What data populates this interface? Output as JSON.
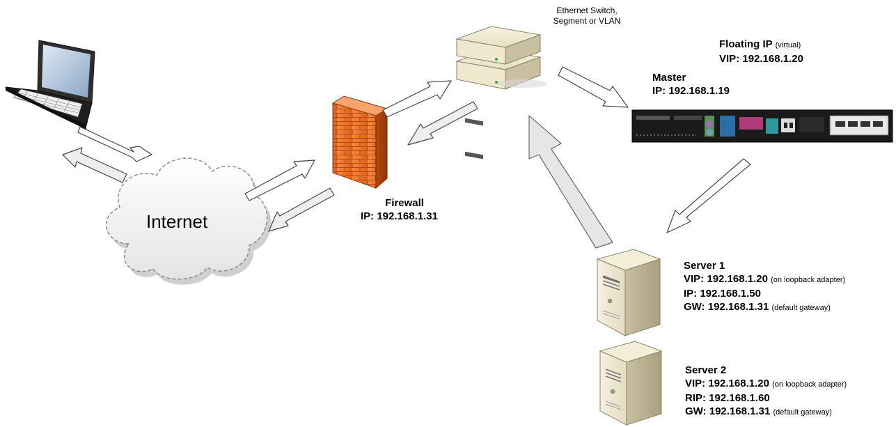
{
  "switch": {
    "line1": "Ethernet Switch,",
    "line2": "Segment or VLAN"
  },
  "floating": {
    "title": "Floating IP",
    "title_note": "(virtual)",
    "vip_label": "VIP:",
    "vip": "192.168.1.20"
  },
  "master": {
    "title": "Master",
    "ip_label": "IP:",
    "ip": "192.168.1.19"
  },
  "internet": {
    "label": "Internet"
  },
  "firewall": {
    "title": "Firewall",
    "ip_label": "IP:",
    "ip": "192.168.1.31"
  },
  "server1": {
    "title": "Server 1",
    "vip_label": "VIP:",
    "vip": "192.168.1.20",
    "vip_note": "(on loopback adapter)",
    "ip_label": "IP:",
    "ip": "192.168.1.50",
    "gw_label": "GW:",
    "gw": "192.168.1.31",
    "gw_note": "(default gateway)"
  },
  "server2": {
    "title": "Server 2",
    "vip_label": "VIP:",
    "vip": "192.168.1.20",
    "vip_note": "(on loopback adapter)",
    "rip_label": "RIP:",
    "rip": "192.168.1.60",
    "gw_label": "GW:",
    "gw": "192.168.1.31",
    "gw_note": "(default gateway)"
  },
  "colors": {
    "firewall_brick": "#f07a2a",
    "arrow_fill": "#ffffff",
    "arrow_stroke": "#444444",
    "big_arrow_fill": "#e6e6e6"
  },
  "icons": [
    "laptop-icon",
    "cloud-icon",
    "firewall-icon",
    "switch-icon",
    "load-balancer-icon",
    "server-tower-icon"
  ]
}
